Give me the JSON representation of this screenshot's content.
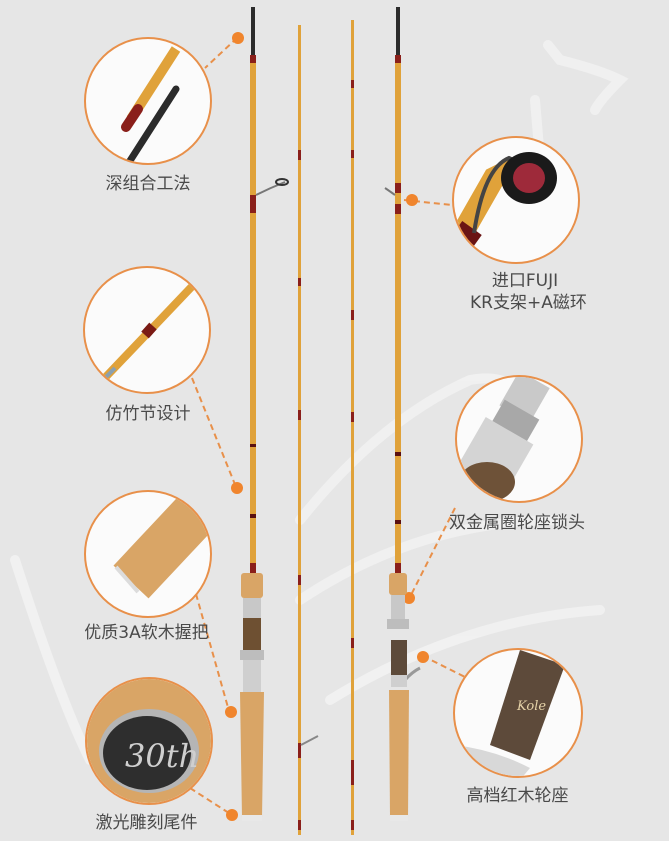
{
  "features": [
    {
      "id": "tip-joint",
      "label": "深组合工法",
      "icon": "rod-tip-joint"
    },
    {
      "id": "guide",
      "label_lines": [
        "进口FUJI",
        "KR支架+A磁环"
      ],
      "icon": "fuji-guide"
    },
    {
      "id": "bamboo-node",
      "label": "仿竹节设计",
      "icon": "bamboo-node"
    },
    {
      "id": "lock-nut",
      "label": "双金属圈轮座锁头",
      "icon": "metal-lock-nut"
    },
    {
      "id": "cork-grip",
      "label": "优质3A软木握把",
      "icon": "cork-grip"
    },
    {
      "id": "reel-seat",
      "label": "高档红木轮座",
      "icon": "wood-reel-seat"
    },
    {
      "id": "butt-cap",
      "label": "激光雕刻尾件",
      "icon": "engraved-butt-cap"
    }
  ],
  "colors": {
    "background": "#e6e6e6",
    "accent": "#f0852d",
    "rod_blank": "#e0a23a",
    "wrap": "#8a1f1a",
    "cork": "#d9a566",
    "text": "#4a4a4a"
  },
  "butt_cap_engraving": "30th",
  "reel_seat_engraving": "Kole"
}
